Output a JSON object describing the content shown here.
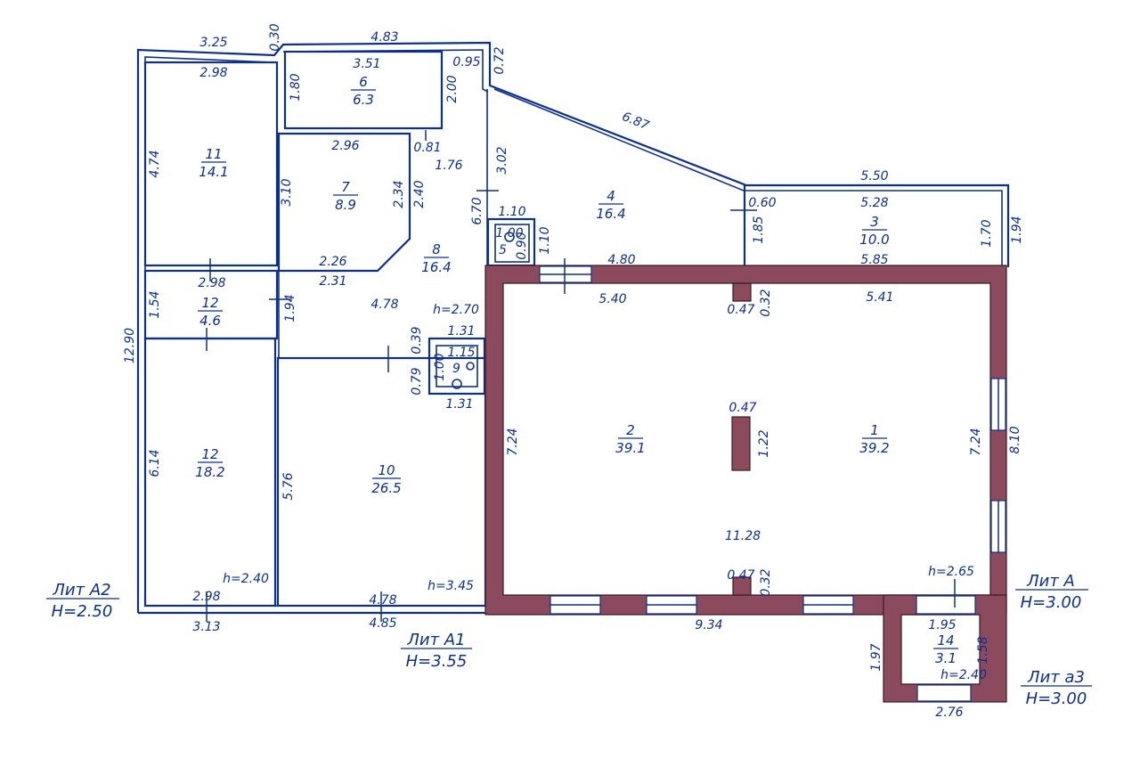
{
  "rooms": [
    {
      "id": "r1",
      "number": "1",
      "area": "39.2"
    },
    {
      "id": "r2",
      "number": "2",
      "area": "39.1"
    },
    {
      "id": "r3",
      "number": "3",
      "area": "10.0"
    },
    {
      "id": "r4",
      "number": "4",
      "area": "16.4"
    },
    {
      "id": "r5",
      "number": "5",
      "area": ""
    },
    {
      "id": "r6",
      "number": "6",
      "area": "6.3"
    },
    {
      "id": "r7",
      "number": "7",
      "area": "8.9"
    },
    {
      "id": "r8",
      "number": "8",
      "area": "16.4"
    },
    {
      "id": "r9",
      "number": "9",
      "area": ""
    },
    {
      "id": "r10",
      "number": "10",
      "area": "26.5"
    },
    {
      "id": "r11",
      "number": "11",
      "area": "14.1"
    },
    {
      "id": "r12a",
      "number": "12",
      "area": "4.6"
    },
    {
      "id": "r12b",
      "number": "12",
      "area": "18.2"
    },
    {
      "id": "r14",
      "number": "14",
      "area": "3.1"
    }
  ],
  "dimensions": [
    "3.25",
    "0.30",
    "4.83",
    "0.95",
    "0.72",
    "2.98",
    "3.51",
    "1.80",
    "2.00",
    "6.87",
    "2.96",
    "0.81",
    "1.76",
    "3.02",
    "4.74",
    "3.10",
    "2.34",
    "2.40",
    "6.70",
    "1.10",
    "1.00",
    "0.90",
    "1.10",
    "0.60",
    "1.85",
    "5.50",
    "5.28",
    "1.70",
    "1.94",
    "2.26",
    "2.31",
    "4.80",
    "5.85",
    "2.98",
    "1.54",
    "1.94",
    "4.78",
    "5.40",
    "0.47",
    "0.32",
    "5.41",
    "12.90",
    "0.39",
    "1.31",
    "1.15",
    "1.00",
    "0.79",
    "1.31",
    "7.24",
    "0.47",
    "1.22",
    "7.24",
    "8.10",
    "6.14",
    "5.76",
    "11.28",
    "2.98",
    "4.78",
    "0.47",
    "0.32",
    "3.13",
    "4.85",
    "9.34",
    "1.95",
    "1.97",
    "1.58",
    "2.76"
  ],
  "heights": [
    "h=2.70",
    "h=2.40",
    "h=3.45",
    "h=2.65",
    "h=2.40"
  ],
  "liters": [
    {
      "name": "Лит А2",
      "height": "Н=2.50"
    },
    {
      "name": "Лит А1",
      "height": "Н=3.55"
    },
    {
      "name": "Лит А",
      "height": "Н=3.00"
    },
    {
      "name": "Лит а3",
      "height": "Н=3.00"
    }
  ],
  "colors": {
    "ink": "#0d2f8f",
    "brick": "#8b4a5e"
  }
}
